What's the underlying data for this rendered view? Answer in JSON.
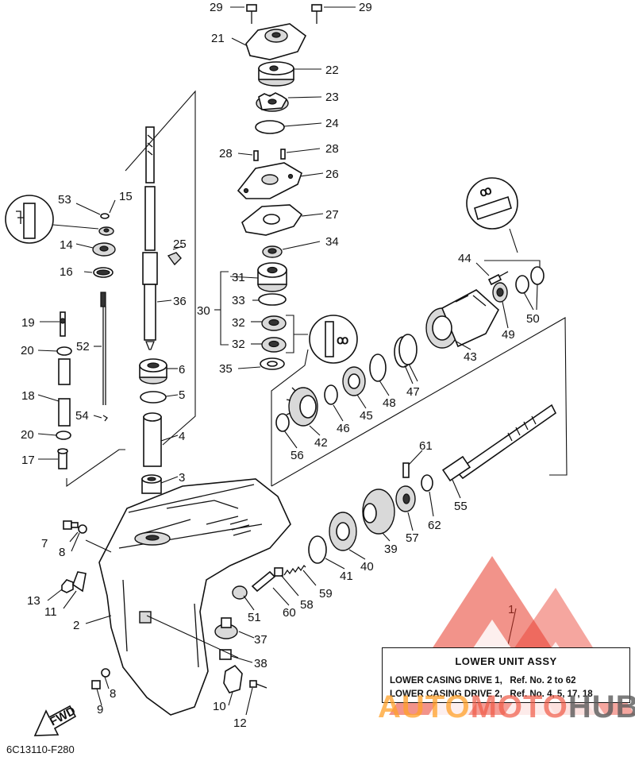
{
  "callouts": [
    "1",
    "2",
    "3",
    "4",
    "5",
    "6",
    "7",
    "8",
    "8",
    "9",
    "10",
    "11",
    "12",
    "13",
    "14",
    "15",
    "16",
    "17",
    "18",
    "19",
    "20",
    "20",
    "21",
    "22",
    "23",
    "24",
    "25",
    "26",
    "27",
    "28",
    "28",
    "29",
    "29",
    "30",
    "31",
    "32",
    "32",
    "33",
    "34",
    "35",
    "36",
    "37",
    "38",
    "39",
    "40",
    "41",
    "42",
    "43",
    "44",
    "45",
    "46",
    "47",
    "48",
    "49",
    "50",
    "51",
    "52",
    "53",
    "54",
    "55",
    "56",
    "57",
    "58",
    "59",
    "60",
    "61",
    "62"
  ],
  "legend": {
    "title": "LOWER UNIT ASSY",
    "line1": "LOWER CASING DRIVE 1,   Ref. No. 2 to 62",
    "line2": "LOWER CASING DRIVE 2,   Ref. No. 4, 5, 17, 18"
  },
  "fwd_label": "FWD",
  "reference_code": "6C13110-F280",
  "watermark": {
    "part1": "AUTO",
    "part2": "MOTO",
    "part3": "HUB"
  },
  "colors": {
    "line": "#111111",
    "watermark_red": "#e83a2a",
    "watermark_orange": "#ffa028"
  },
  "icons": [
    "grease-icon",
    "sealant-icon",
    "fwd-arrow-icon"
  ]
}
